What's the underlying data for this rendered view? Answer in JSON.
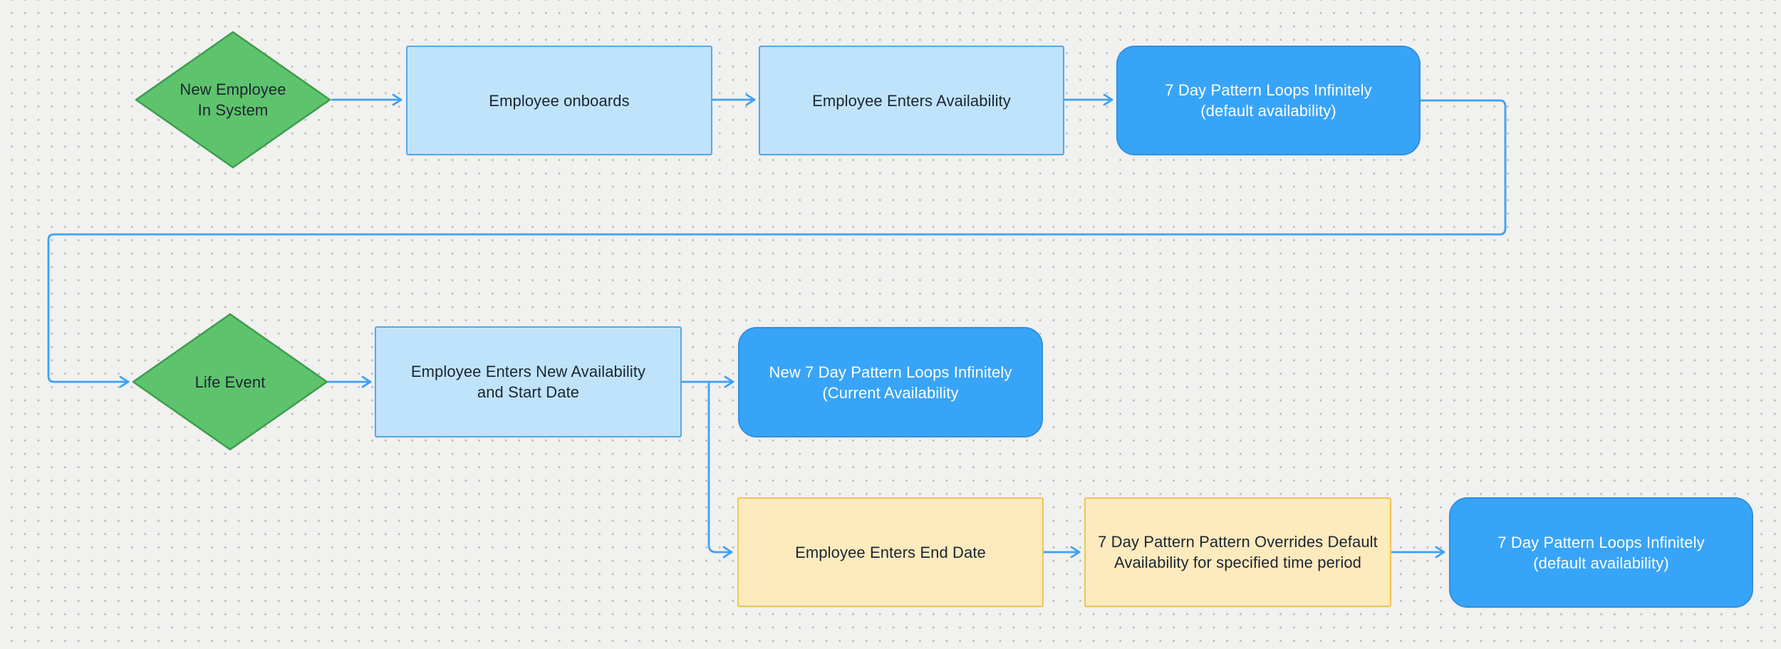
{
  "canvas": {
    "background": "#f1f1f0",
    "dot_color": "#bdbdbd",
    "arrow_color": "#3f9ff5"
  },
  "nodes": [
    {
      "id": "new-employee-in-system",
      "type": "diamond",
      "label": "New Employee\nIn System",
      "fill": "#5ec36d",
      "stroke": "#3d9c4c",
      "text": "#1d2531"
    },
    {
      "id": "employee-onboards",
      "type": "process",
      "label": "Employee onboards",
      "fill": "#bfe3fa",
      "stroke": "#55a8e8",
      "text": "#1d2531"
    },
    {
      "id": "employee-enters-availability",
      "type": "process",
      "label": "Employee Enters Availability",
      "fill": "#bfe3fa",
      "stroke": "#55a8e8",
      "text": "#1d2531"
    },
    {
      "id": "seven-day-pattern-loops-default",
      "type": "terminal",
      "label": "7 Day Pattern Loops Infinitely\n(default availability)",
      "fill": "#38a4f8",
      "stroke": "#2e90e0",
      "text": "#ffffff"
    },
    {
      "id": "life-event",
      "type": "diamond",
      "label": "Life Event",
      "fill": "#5ec36d",
      "stroke": "#3d9c4c",
      "text": "#1d2531"
    },
    {
      "id": "employee-enters-new-availability",
      "type": "process",
      "label": "Employee Enters New Availability\nand Start Date",
      "fill": "#bfe3fa",
      "stroke": "#55a8e8",
      "text": "#1d2531"
    },
    {
      "id": "new-seven-day-pattern-loops",
      "type": "terminal",
      "label": "New 7 Day Pattern Loops Infinitely\n(Current Availability",
      "fill": "#38a4f8",
      "stroke": "#2e90e0",
      "text": "#ffffff"
    },
    {
      "id": "employee-enters-end-date",
      "type": "process",
      "label": "Employee Enters End Date",
      "fill": "#fdeabd",
      "stroke": "#f0c355",
      "text": "#1d2531"
    },
    {
      "id": "seven-day-pattern-overrides",
      "type": "process",
      "label": "7 Day Pattern Pattern Overrides Default\nAvailability for specified time period",
      "fill": "#fdeabd",
      "stroke": "#f0c355",
      "text": "#1d2531"
    },
    {
      "id": "seven-day-pattern-loops-default-2",
      "type": "terminal",
      "label": "7 Day Pattern Loops Infinitely\n(default availability)",
      "fill": "#38a4f8",
      "stroke": "#2e90e0",
      "text": "#ffffff"
    }
  ],
  "edges": [
    {
      "from": "new-employee-in-system",
      "to": "employee-onboards"
    },
    {
      "from": "employee-onboards",
      "to": "employee-enters-availability"
    },
    {
      "from": "employee-enters-availability",
      "to": "seven-day-pattern-loops-default"
    },
    {
      "from": "seven-day-pattern-loops-default",
      "to": "life-event"
    },
    {
      "from": "life-event",
      "to": "employee-enters-new-availability"
    },
    {
      "from": "employee-enters-new-availability",
      "to": "new-seven-day-pattern-loops"
    },
    {
      "from": "employee-enters-new-availability",
      "to": "employee-enters-end-date"
    },
    {
      "from": "employee-enters-end-date",
      "to": "seven-day-pattern-overrides"
    },
    {
      "from": "seven-day-pattern-overrides",
      "to": "seven-day-pattern-loops-default-2"
    }
  ]
}
